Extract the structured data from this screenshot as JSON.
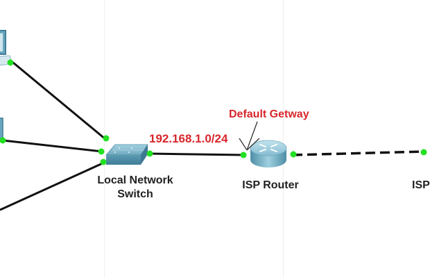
{
  "colors": {
    "background": "#ffffff",
    "link": "#111111",
    "port": "#22e022",
    "device_body": "#6aa7bf",
    "device_top": "#8cc3d6",
    "annotation": "#d7262c",
    "label": "#222222"
  },
  "devices": {
    "pc_top": {
      "name": "PC (top-left, partially visible)",
      "icon": "pc-icon"
    },
    "pc_middle": {
      "name": "PC (middle-left, partially visible)",
      "icon": "pc-icon"
    },
    "switch": {
      "label_line1": "Local Network",
      "label_line2": "Switch",
      "icon": "switch-icon"
    },
    "isp_router": {
      "label": "ISP Router",
      "icon": "router-icon"
    },
    "isp_remote": {
      "label": "ISP",
      "icon": "router-icon"
    }
  },
  "annotations": {
    "subnet": "192.168.1.0/24",
    "gateway": "Default Getway"
  },
  "links": [
    {
      "from": "pc_top",
      "to": "switch",
      "style": "solid"
    },
    {
      "from": "pc_middle",
      "to": "switch",
      "style": "solid"
    },
    {
      "from": "offscreen_bottom_left",
      "to": "switch",
      "style": "solid"
    },
    {
      "from": "switch",
      "to": "isp_router",
      "style": "solid"
    },
    {
      "from": "isp_router",
      "to": "isp_remote",
      "style": "dashed"
    }
  ]
}
